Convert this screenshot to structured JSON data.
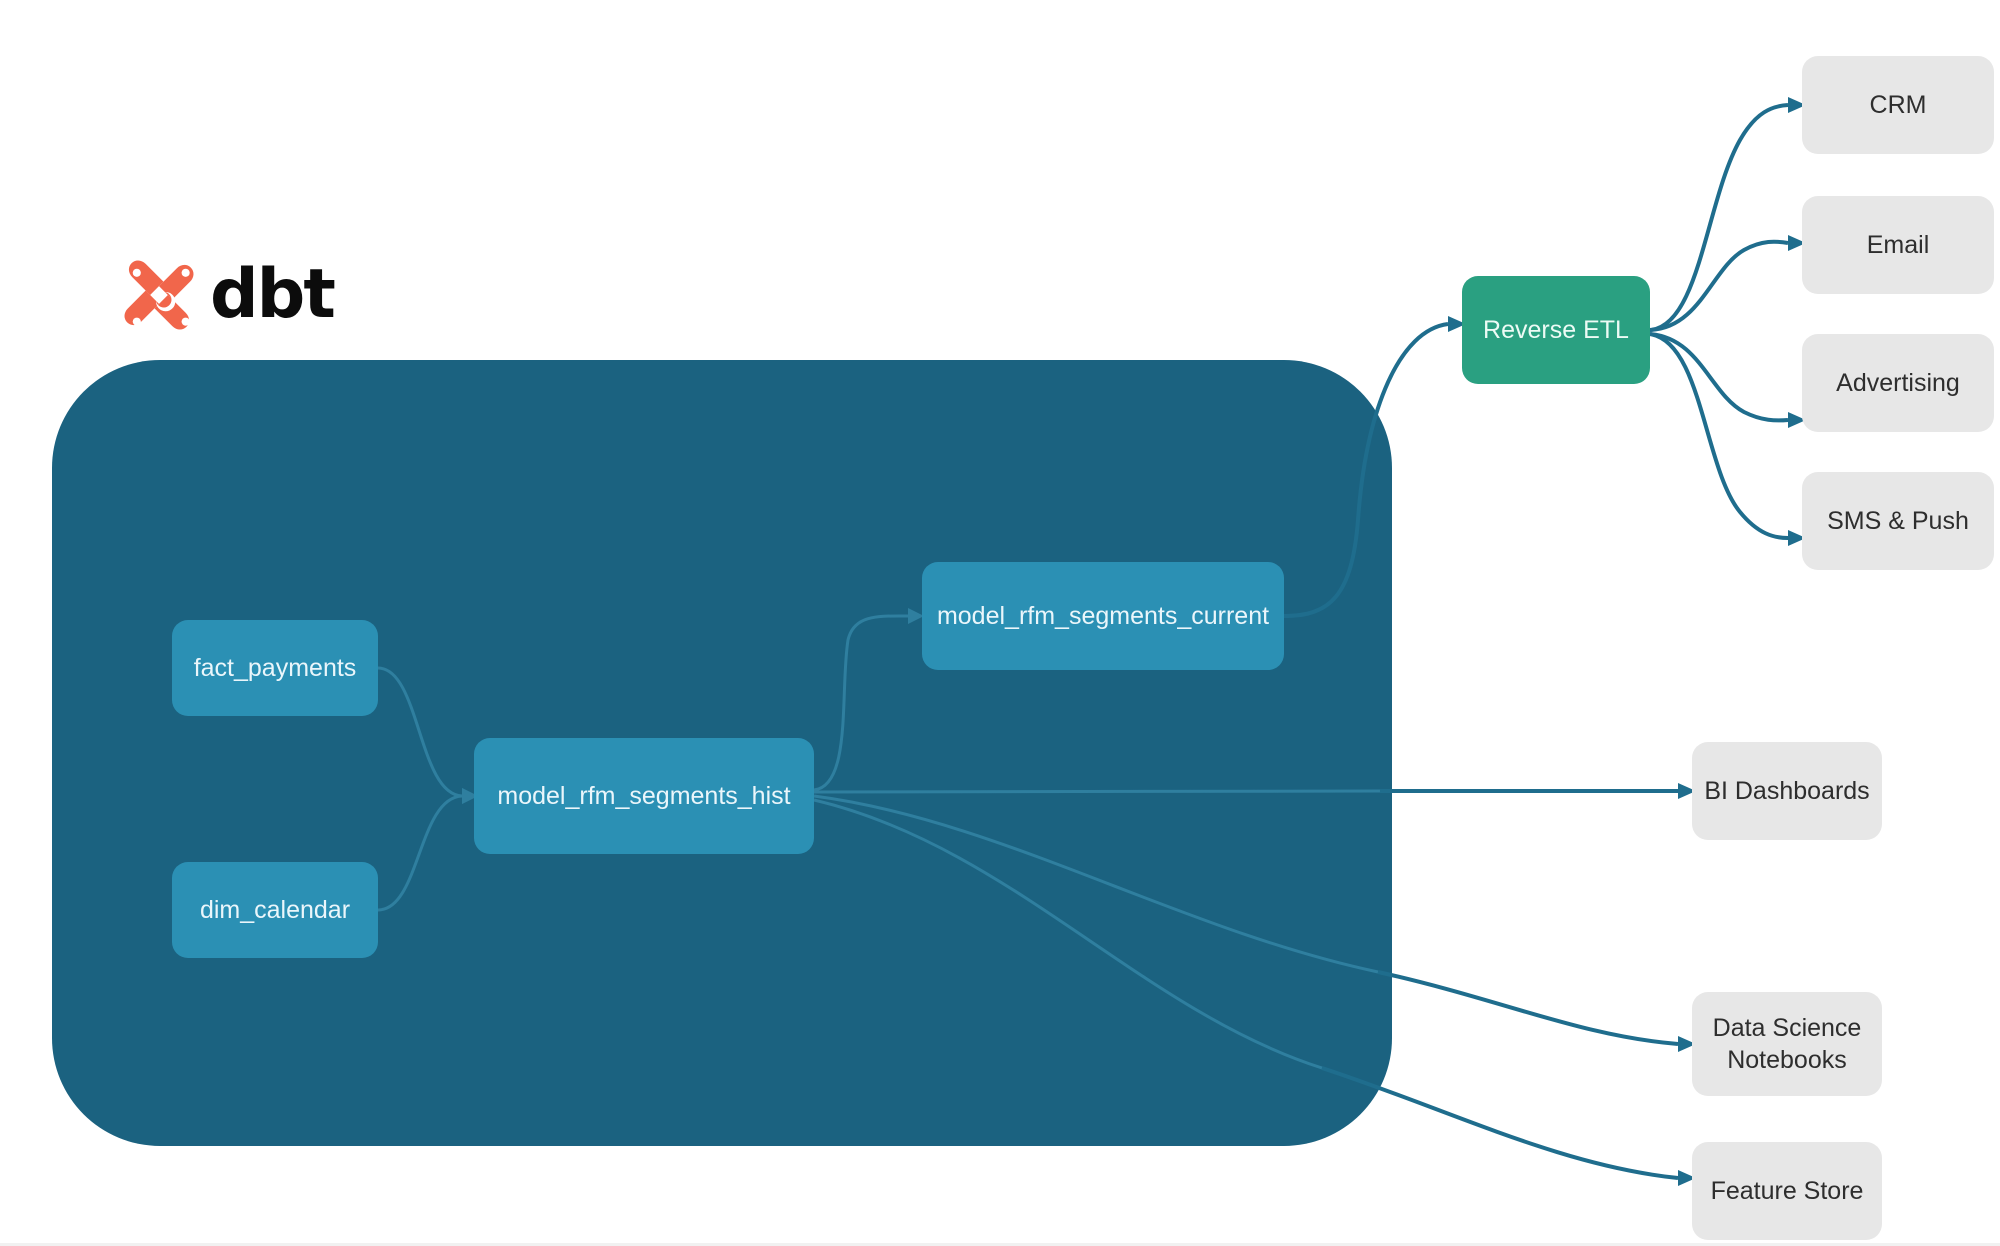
{
  "diagram": {
    "title": "dbt RFM segmentation lineage and activation diagram",
    "brand": {
      "logo_icon": "dbt-logo-icon",
      "wordmark": "dbt",
      "logo_color": "#f1664b"
    },
    "colors": {
      "container": "#1b6280",
      "model_node": "#2b90b4",
      "reverse_etl_node": "#2aa081",
      "destination_node": "#e7e7e7",
      "edge_inner": "#2f7f9f",
      "edge_outer": "#1f6d8d",
      "page_background": "#ffffff"
    },
    "container": {
      "name": "dbt-project-container"
    },
    "models": [
      {
        "id": "fact_payments",
        "label": "fact_payments"
      },
      {
        "id": "dim_calendar",
        "label": "dim_calendar"
      },
      {
        "id": "model_rfm_segments_hist",
        "label": "model_rfm_segments_hist"
      },
      {
        "id": "model_rfm_segments_current",
        "label": "model_rfm_segments_current"
      }
    ],
    "reverse_etl": {
      "id": "reverse_etl",
      "label": "Reverse ETL"
    },
    "activation_destinations": [
      {
        "id": "crm",
        "label": "CRM"
      },
      {
        "id": "email",
        "label": "Email"
      },
      {
        "id": "advertising",
        "label": "Advertising"
      },
      {
        "id": "sms_push",
        "label": "SMS & Push"
      }
    ],
    "analytics_destinations": [
      {
        "id": "bi_dashboards",
        "label": "BI Dashboards"
      },
      {
        "id": "data_science_notebooks",
        "label": "Data Science\nNotebooks",
        "line1": "Data Science",
        "line2": "Notebooks"
      },
      {
        "id": "feature_store",
        "label": "Feature Store"
      }
    ],
    "edges": [
      {
        "from": "fact_payments",
        "to": "model_rfm_segments_hist"
      },
      {
        "from": "dim_calendar",
        "to": "model_rfm_segments_hist"
      },
      {
        "from": "model_rfm_segments_hist",
        "to": "model_rfm_segments_current"
      },
      {
        "from": "model_rfm_segments_current",
        "to": "reverse_etl"
      },
      {
        "from": "reverse_etl",
        "to": "crm"
      },
      {
        "from": "reverse_etl",
        "to": "email"
      },
      {
        "from": "reverse_etl",
        "to": "advertising"
      },
      {
        "from": "reverse_etl",
        "to": "sms_push"
      },
      {
        "from": "model_rfm_segments_hist",
        "to": "bi_dashboards"
      },
      {
        "from": "model_rfm_segments_hist",
        "to": "data_science_notebooks"
      },
      {
        "from": "model_rfm_segments_hist",
        "to": "feature_store"
      }
    ]
  }
}
